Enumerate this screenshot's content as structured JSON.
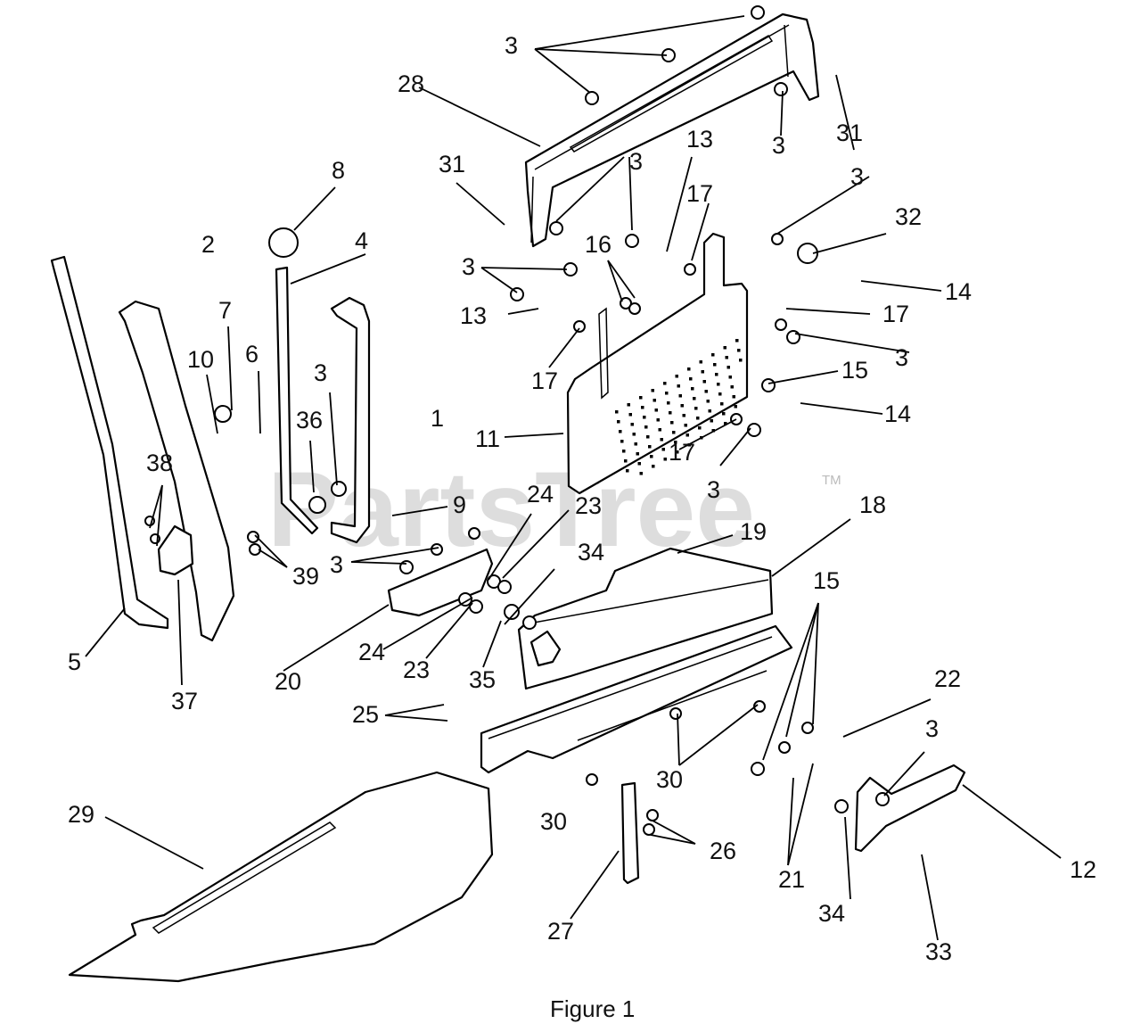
{
  "caption": "Figure 1",
  "watermark": "PartsTree",
  "trademark": "TM",
  "callouts": [
    {
      "id": "c1",
      "text": "1"
    },
    {
      "id": "c2",
      "text": "2"
    },
    {
      "id": "c3a",
      "text": "3"
    },
    {
      "id": "c3b",
      "text": "3"
    },
    {
      "id": "c3c",
      "text": "3"
    },
    {
      "id": "c3d",
      "text": "3"
    },
    {
      "id": "c3e",
      "text": "3"
    },
    {
      "id": "c3f",
      "text": "3"
    },
    {
      "id": "c3g",
      "text": "3"
    },
    {
      "id": "c3h",
      "text": "3"
    },
    {
      "id": "c3i",
      "text": "3"
    },
    {
      "id": "c3j",
      "text": "3"
    },
    {
      "id": "c4",
      "text": "4"
    },
    {
      "id": "c5",
      "text": "5"
    },
    {
      "id": "c6",
      "text": "6"
    },
    {
      "id": "c7",
      "text": "7"
    },
    {
      "id": "c8",
      "text": "8"
    },
    {
      "id": "c9",
      "text": "9"
    },
    {
      "id": "c10",
      "text": "10"
    },
    {
      "id": "c11",
      "text": "11"
    },
    {
      "id": "c12",
      "text": "12"
    },
    {
      "id": "c13a",
      "text": "13"
    },
    {
      "id": "c13b",
      "text": "13"
    },
    {
      "id": "c14a",
      "text": "14"
    },
    {
      "id": "c14b",
      "text": "14"
    },
    {
      "id": "c15a",
      "text": "15"
    },
    {
      "id": "c15b",
      "text": "15"
    },
    {
      "id": "c16",
      "text": "16"
    },
    {
      "id": "c17a",
      "text": "17"
    },
    {
      "id": "c17b",
      "text": "17"
    },
    {
      "id": "c17c",
      "text": "17"
    },
    {
      "id": "c17d",
      "text": "17"
    },
    {
      "id": "c18",
      "text": "18"
    },
    {
      "id": "c19",
      "text": "19"
    },
    {
      "id": "c20",
      "text": "20"
    },
    {
      "id": "c21",
      "text": "21"
    },
    {
      "id": "c22",
      "text": "22"
    },
    {
      "id": "c23a",
      "text": "23"
    },
    {
      "id": "c23b",
      "text": "23"
    },
    {
      "id": "c24a",
      "text": "24"
    },
    {
      "id": "c24b",
      "text": "24"
    },
    {
      "id": "c25",
      "text": "25"
    },
    {
      "id": "c26",
      "text": "26"
    },
    {
      "id": "c27",
      "text": "27"
    },
    {
      "id": "c28",
      "text": "28"
    },
    {
      "id": "c29",
      "text": "29"
    },
    {
      "id": "c30a",
      "text": "30"
    },
    {
      "id": "c30b",
      "text": "30"
    },
    {
      "id": "c31a",
      "text": "31"
    },
    {
      "id": "c31b",
      "text": "31"
    },
    {
      "id": "c32",
      "text": "32"
    },
    {
      "id": "c33",
      "text": "33"
    },
    {
      "id": "c34a",
      "text": "34"
    },
    {
      "id": "c34b",
      "text": "34"
    },
    {
      "id": "c35",
      "text": "35"
    },
    {
      "id": "c36",
      "text": "36"
    },
    {
      "id": "c37",
      "text": "37"
    },
    {
      "id": "c38",
      "text": "38"
    },
    {
      "id": "c39",
      "text": "39"
    }
  ]
}
